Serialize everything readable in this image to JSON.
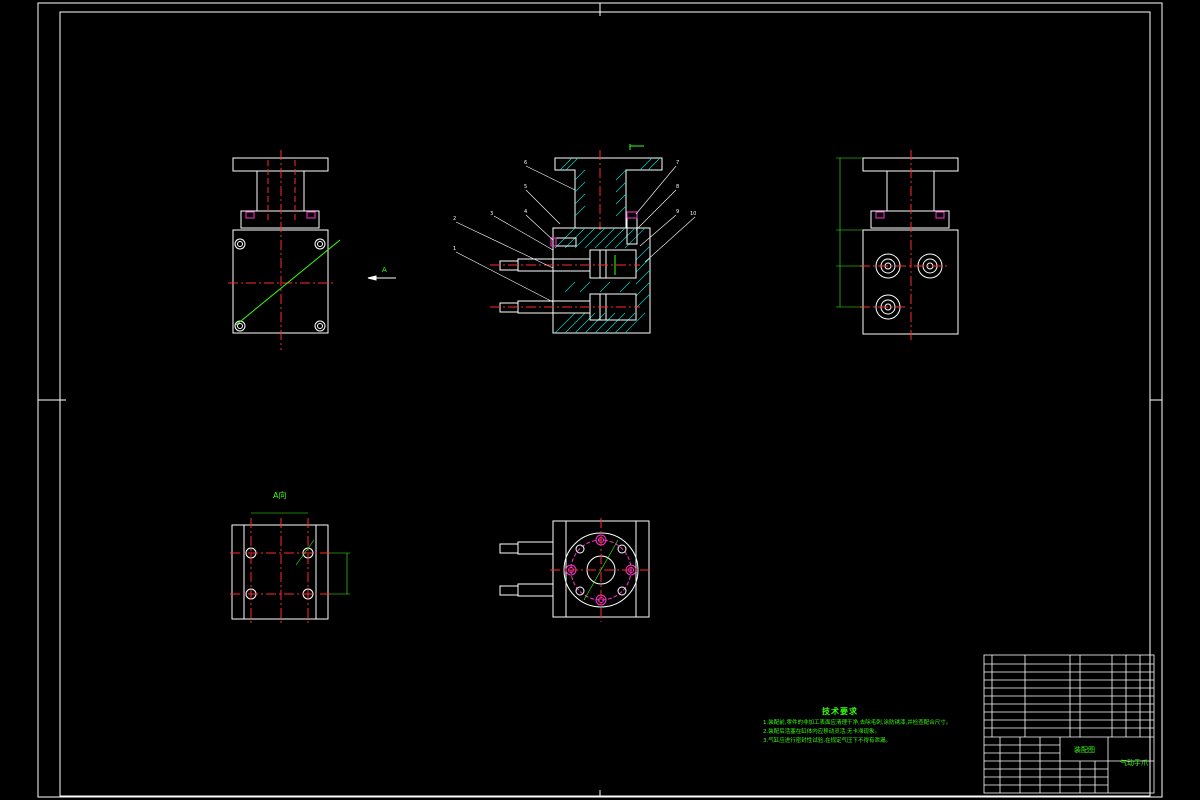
{
  "colors": {
    "background": "#000000",
    "outline": "#ffffff",
    "centerline": "#ff2a2a",
    "dimension": "#39ff14",
    "section_hatch": "#00e5d4",
    "bolt": "#ff33cc"
  },
  "view_label": "A向",
  "view_arrow_label": "A",
  "tech_requirements": {
    "title": "技术要求",
    "lines": [
      "1.装配前,零件的非加工表面应清理干净,去除毛刺,涂防锈漆,并检查配合尺寸。",
      "2.装配后活塞在缸体内应移动灵活,无卡滞现象。",
      "3.气缸应进行密封性试验,在规定气压下不得有泄漏。"
    ]
  },
  "title_block": {
    "drawing_name": "气动手爪",
    "company": "装配图"
  },
  "section_labels": [
    "1",
    "2",
    "3",
    "4",
    "5",
    "6",
    "7",
    "8",
    "9",
    "10"
  ]
}
